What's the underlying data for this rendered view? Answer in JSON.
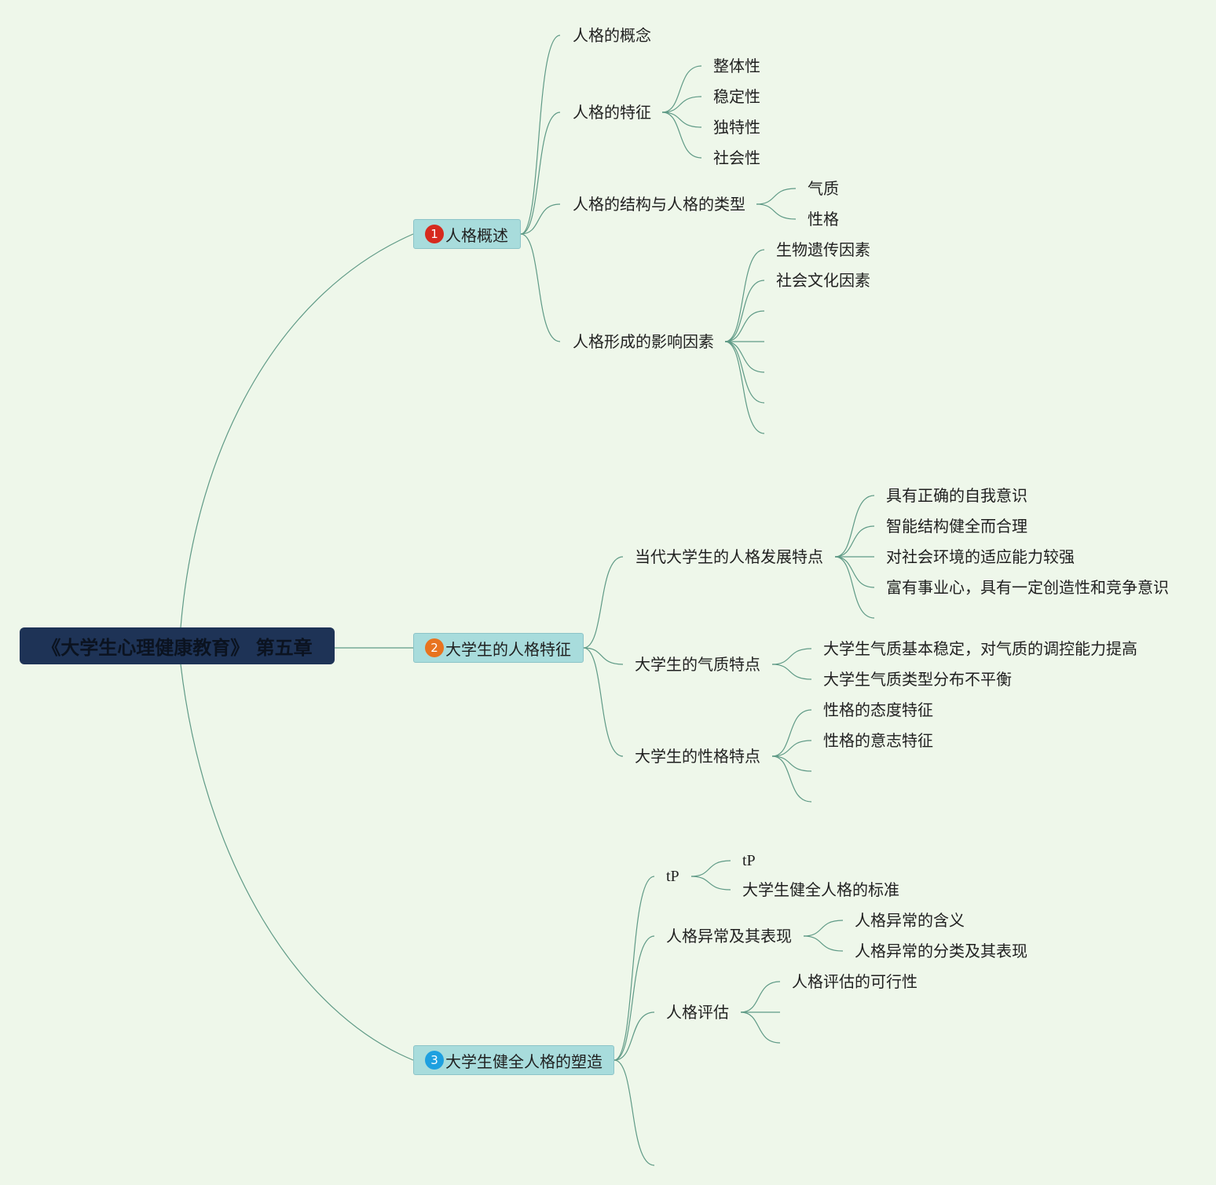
{
  "root": {
    "label": "《大学生心理健康教育》 第五章"
  },
  "colors": {
    "background": "#eef7ea",
    "root_fill": "#1e3356",
    "topic_fill": "#a8dcdc",
    "line": "#5f9a86"
  },
  "topics": [
    {
      "number": "1",
      "label": "人格概述",
      "badge_color": "#d62a1e"
    },
    {
      "number": "2",
      "label": "大学生的人格特征",
      "badge_color": "#e8731f"
    },
    {
      "number": "3",
      "label": "大学生健全人格的塑造",
      "badge_color": "#1ea0e0"
    }
  ],
  "t1": {
    "concept": "人格的概念",
    "features": {
      "label": "人格的特征",
      "items": [
        "整体性",
        "稳定性",
        "独特性",
        "社会性"
      ]
    },
    "structure": {
      "label": "人格的结构与人格的类型",
      "items": [
        "气质",
        "性格"
      ]
    },
    "factors": {
      "label": "人格形成的影响因素",
      "items": [
        "生物遗传因素",
        "社会文化因素"
      ]
    }
  },
  "t2": {
    "dev": {
      "label": "当代大学生的人格发展特点",
      "items": [
        "具有正确的自我意识",
        "智能结构健全而合理",
        "对社会环境的适应能力较强",
        "富有事业心，具有一定创造性和竞争意识"
      ]
    },
    "temper": {
      "label": "大学生的气质特点",
      "items": [
        "大学生气质基本稳定，对气质的调控能力提高",
        "大学生气质类型分布不平衡"
      ]
    },
    "character": {
      "label": "大学生的性格特点",
      "items": [
        "性格的态度特征",
        "性格的意志特征"
      ]
    }
  },
  "t3": {
    "tp": {
      "label": "tP",
      "items": [
        "tP",
        "大学生健全人格的标准"
      ]
    },
    "abnormal": {
      "label": "人格异常及其表现",
      "items": [
        "人格异常的含义",
        "人格异常的分类及其表现"
      ]
    },
    "assess": {
      "label": "人格评估",
      "items": [
        "人格评估的可行性"
      ]
    }
  }
}
